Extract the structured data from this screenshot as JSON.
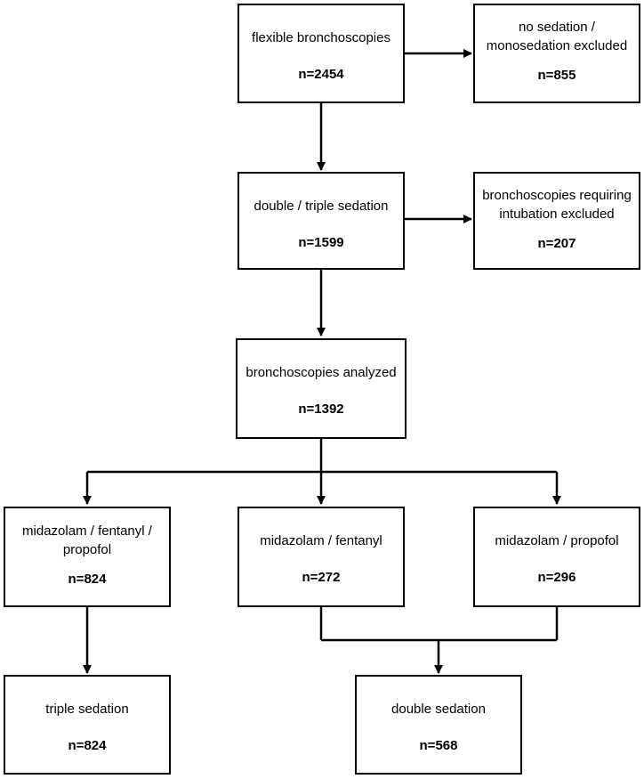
{
  "boxes": {
    "flexible": {
      "label": "flexible bronchoscopies",
      "count": "n=2454"
    },
    "excluded_sedation": {
      "label": "no sedation / monosedation excluded",
      "count": "n=855"
    },
    "double_triple": {
      "label": "double / triple sedation",
      "count": "n=1599"
    },
    "excluded_intubation": {
      "label": "bronchoscopies requiring intubation excluded",
      "count": "n=207"
    },
    "analyzed": {
      "label": "bronchoscopies analyzed",
      "count": "n=1392"
    },
    "mid_fen_prop": {
      "label": "midazolam / fentanyl / propofol",
      "count": "n=824"
    },
    "mid_fen": {
      "label": "midazolam / fentanyl",
      "count": "n=272"
    },
    "mid_prop": {
      "label": "midazolam / propofol",
      "count": "n=296"
    },
    "triple": {
      "label": "triple sedation",
      "count": "n=824"
    },
    "double": {
      "label": "double sedation",
      "count": "n=568"
    }
  },
  "line_color": "#000000"
}
